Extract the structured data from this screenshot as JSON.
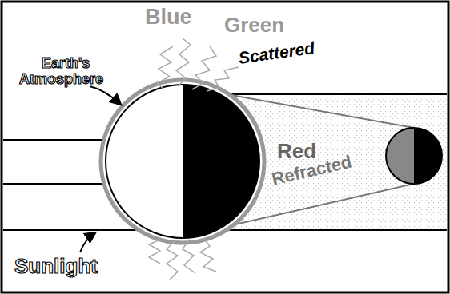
{
  "diagram": {
    "labels": [
      "Blue",
      "Green",
      "Scattered",
      "Earth's",
      "Atmosphere",
      "Red",
      "Refracted",
      "Sunlight"
    ]
  }
}
